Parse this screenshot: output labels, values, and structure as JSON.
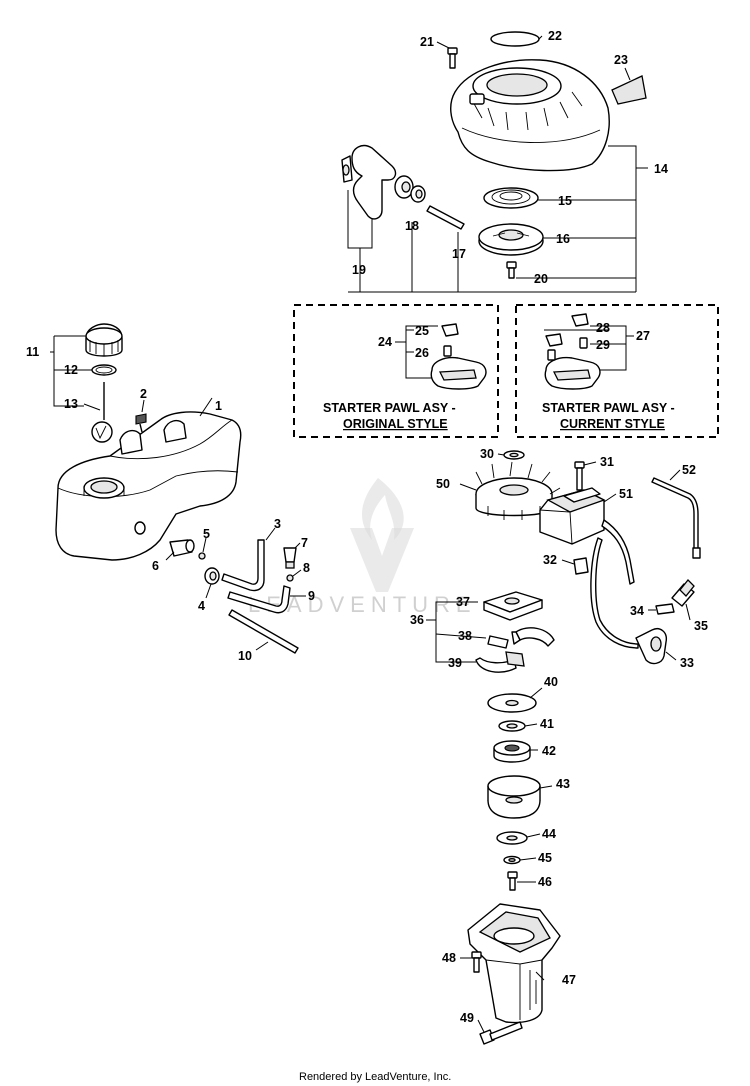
{
  "diagram": {
    "callouts": [
      "1",
      "2",
      "3",
      "4",
      "5",
      "6",
      "7",
      "8",
      "9",
      "10",
      "11",
      "12",
      "13",
      "14",
      "15",
      "16",
      "17",
      "18",
      "19",
      "20",
      "21",
      "22",
      "23",
      "24",
      "25",
      "26",
      "27",
      "28",
      "29",
      "30",
      "31",
      "32",
      "33",
      "34",
      "35",
      "36",
      "37",
      "38",
      "39",
      "40",
      "41",
      "42",
      "43",
      "44",
      "45",
      "46",
      "47",
      "48",
      "49",
      "50",
      "51",
      "52"
    ],
    "boxes": {
      "original": {
        "line1": "STARTER PAWL ASY -",
        "line2": "ORIGINAL STYLE"
      },
      "current": {
        "line1": "STARTER PAWL ASY -",
        "line2": "CURRENT STYLE"
      }
    },
    "watermark": "LEADVENTURE",
    "footer": "Rendered by LeadVenture, Inc."
  }
}
